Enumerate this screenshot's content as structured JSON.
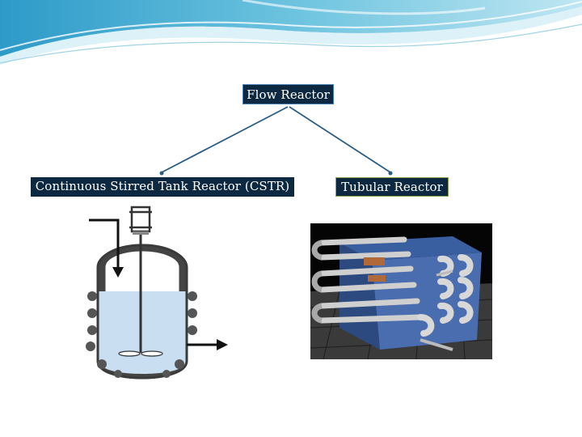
{
  "slide": {
    "root": "Flow Reactor",
    "left_child": "Continuous Stirred Tank Reactor (CSTR)",
    "right_child": "Tubular Reactor",
    "connector_color": "#2a5d86",
    "label_bg_color": "#0d2942",
    "left_image": "cstr-tank-diagram",
    "right_image": "tubular-reactor-photo"
  }
}
